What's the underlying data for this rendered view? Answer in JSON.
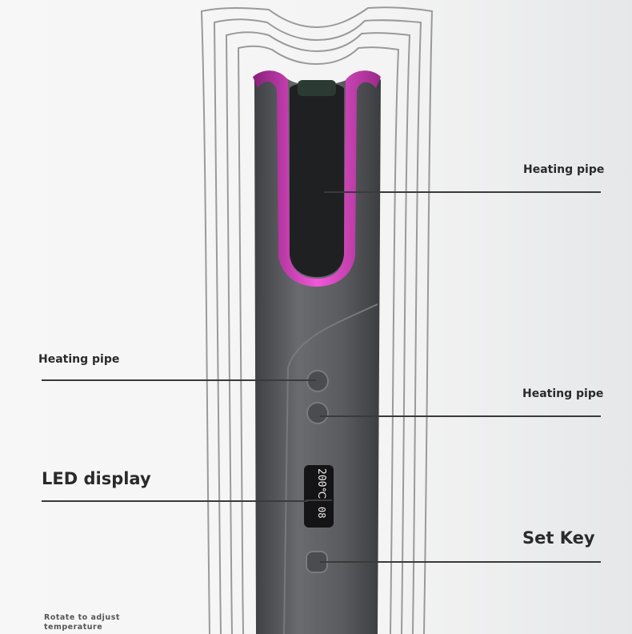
{
  "labels": {
    "top_right": "Heating pipe",
    "left": "Heating pipe",
    "mid_right": "Heating pipe",
    "led": "LED display",
    "set_key": "Set Key",
    "note_line1": "Rotate to adjust",
    "note_line2": "temperature"
  },
  "led_screen": {
    "temperature": "200℃",
    "timer": "08"
  },
  "colors": {
    "body": "#5b5c60",
    "accent": "#e040c8"
  }
}
